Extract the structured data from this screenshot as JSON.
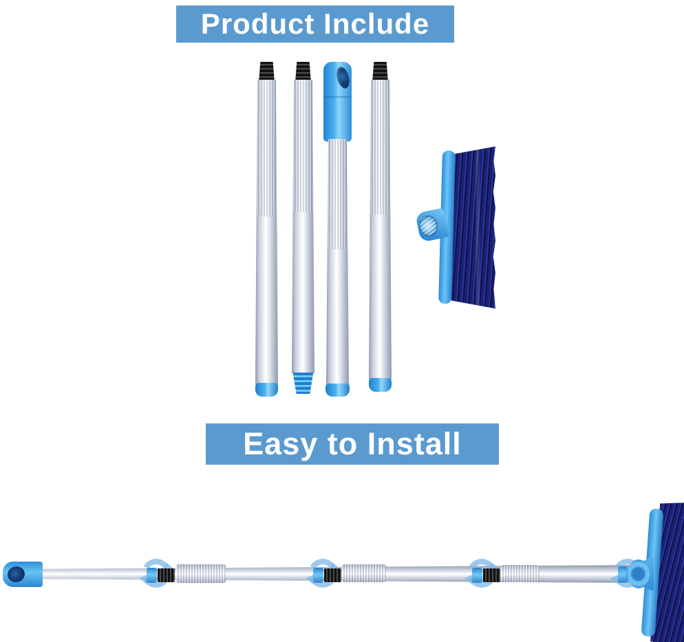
{
  "image": {
    "kind": "product infographic photo",
    "product": "scrub brush with detachable 4-section pole"
  },
  "banners": {
    "top": {
      "label": "Product Include"
    },
    "middle": {
      "label": "Easy to Install"
    }
  },
  "colors": {
    "banner_bg": "#5b9ace",
    "banner_text": "#ffffff",
    "pole_dark": "#8f98ac",
    "pole_mid": "#c7cdda",
    "pole_light": "#ffffff",
    "cap_blue": "#49b1ef",
    "cap_blue_dark": "#1f7fce",
    "thread_dark": "#121212",
    "thread_light": "#4a4a4a",
    "bristle_navy": "#1b2173",
    "bristle_navy_light": "#2b34a0",
    "bristle_navy_dark": "#0e123f",
    "brush_blue": "#4aa7ea",
    "brush_blue_dark": "#2d8cd6",
    "rotate_arrow": "#7db8e8",
    "hole_navy": "#12386e"
  },
  "parts": {
    "pole_sections": [
      {
        "name": "pole-section-1",
        "top_end": "black-screw-thread",
        "bottom_end": "blue-end-cap"
      },
      {
        "name": "pole-section-2",
        "top_end": "black-screw-thread",
        "bottom_end": "blue-screw-thread"
      },
      {
        "name": "pole-section-3",
        "top_end": "blue-handle-cap-with-hanging-hole",
        "bottom_end": "blue-end-cap"
      },
      {
        "name": "pole-section-4",
        "top_end": "black-screw-thread",
        "bottom_end": "blue-end-cap"
      }
    ],
    "brush_head": {
      "name": "brush-head",
      "bristles": "navy-blue",
      "body": "light-blue",
      "connector": "threaded-socket"
    },
    "assembled_view": {
      "name": "assembled-brush-with-pole",
      "joints": 4,
      "joint_indicator": "rotate-arrows"
    }
  }
}
